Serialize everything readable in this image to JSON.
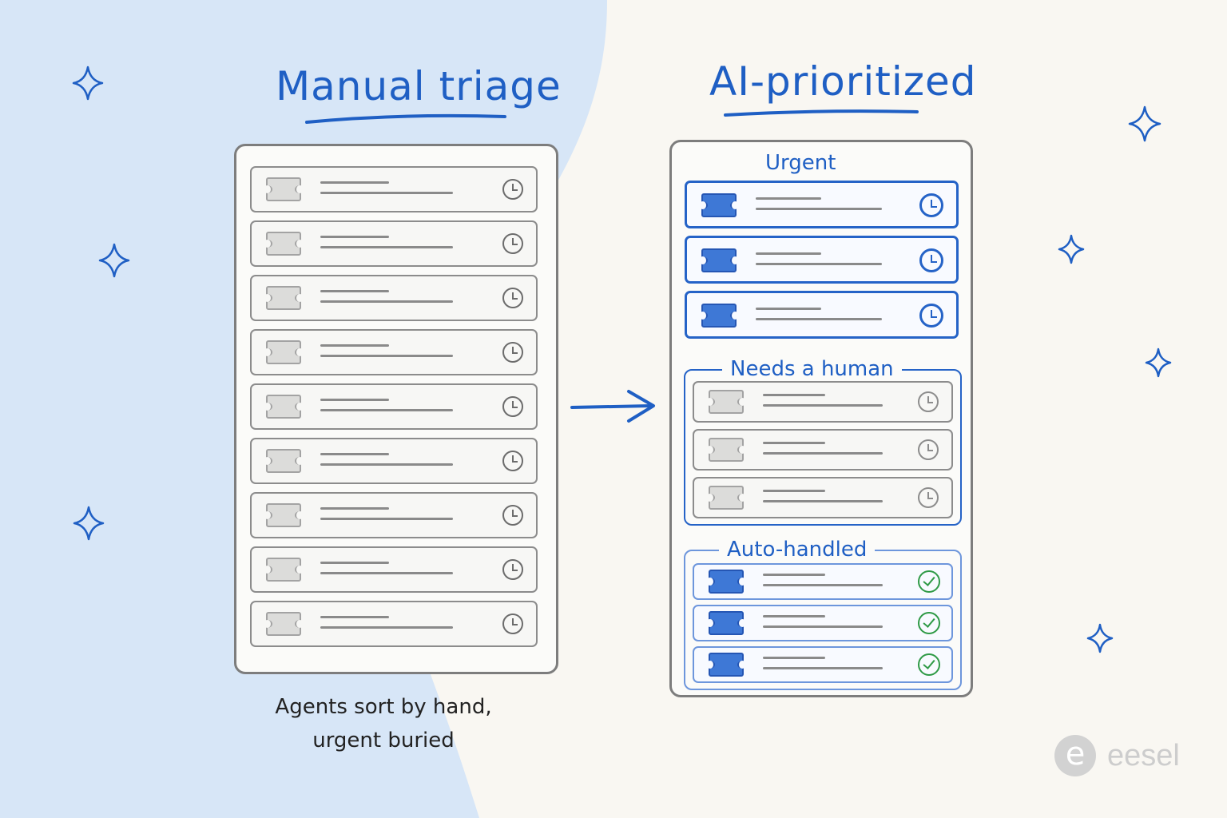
{
  "left": {
    "title": "Manual triage",
    "caption": "Agents sort by hand, urgent buried",
    "tickets": [
      {
        "status": "clock"
      },
      {
        "status": "clock"
      },
      {
        "status": "clock"
      },
      {
        "status": "clock"
      },
      {
        "status": "clock"
      },
      {
        "status": "clock"
      },
      {
        "status": "clock"
      },
      {
        "status": "clock"
      },
      {
        "status": "clock"
      }
    ]
  },
  "right": {
    "title": "AI-prioritized",
    "groups": {
      "urgent": {
        "label": "Urgent",
        "tickets": [
          {
            "status": "clock"
          },
          {
            "status": "clock"
          },
          {
            "status": "clock"
          }
        ]
      },
      "human": {
        "label": "Needs a human",
        "tickets": [
          {
            "status": "clock"
          },
          {
            "status": "clock"
          },
          {
            "status": "clock"
          }
        ]
      },
      "auto": {
        "label": "Auto-handled",
        "tickets": [
          {
            "status": "check"
          },
          {
            "status": "check"
          },
          {
            "status": "check"
          }
        ]
      }
    }
  },
  "brand": {
    "logo_letter": "e",
    "name": "eesel"
  },
  "colors": {
    "accent": "#1f5fc4",
    "background": "#f9f7f2",
    "blob": "#d7e6f7",
    "check": "#2f9a46"
  },
  "icons": {
    "ticket": "ticket-icon",
    "clock": "clock-icon",
    "check": "check-circle-icon",
    "arrow": "arrow-right-icon",
    "sparkle": "sparkle-icon"
  }
}
